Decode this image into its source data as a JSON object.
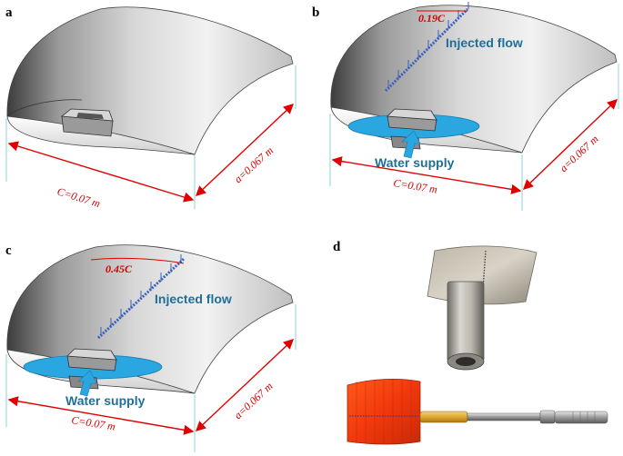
{
  "panels": {
    "a": {
      "letter": "a",
      "chord_label": "C=0.07 m",
      "span_label": "a=0.067 m"
    },
    "b": {
      "letter": "b",
      "position_label": "0.19C",
      "injected_label": "Injected flow",
      "supply_label": "Water supply",
      "chord_label": "C=0.07 m",
      "span_label": "a=0.067 m"
    },
    "c": {
      "letter": "c",
      "position_label": "0.45C",
      "injected_label": "Injected flow",
      "supply_label": "Water supply",
      "chord_label": "C=0.07 m",
      "span_label": "a=0.067 m"
    },
    "d": {
      "letter": "d"
    }
  },
  "colors": {
    "dimension_arrow": "#e00000",
    "flow_label": "#1f6f9a",
    "water_cavity": "#2aa6e0",
    "guide_line": "#8fd3d3"
  }
}
